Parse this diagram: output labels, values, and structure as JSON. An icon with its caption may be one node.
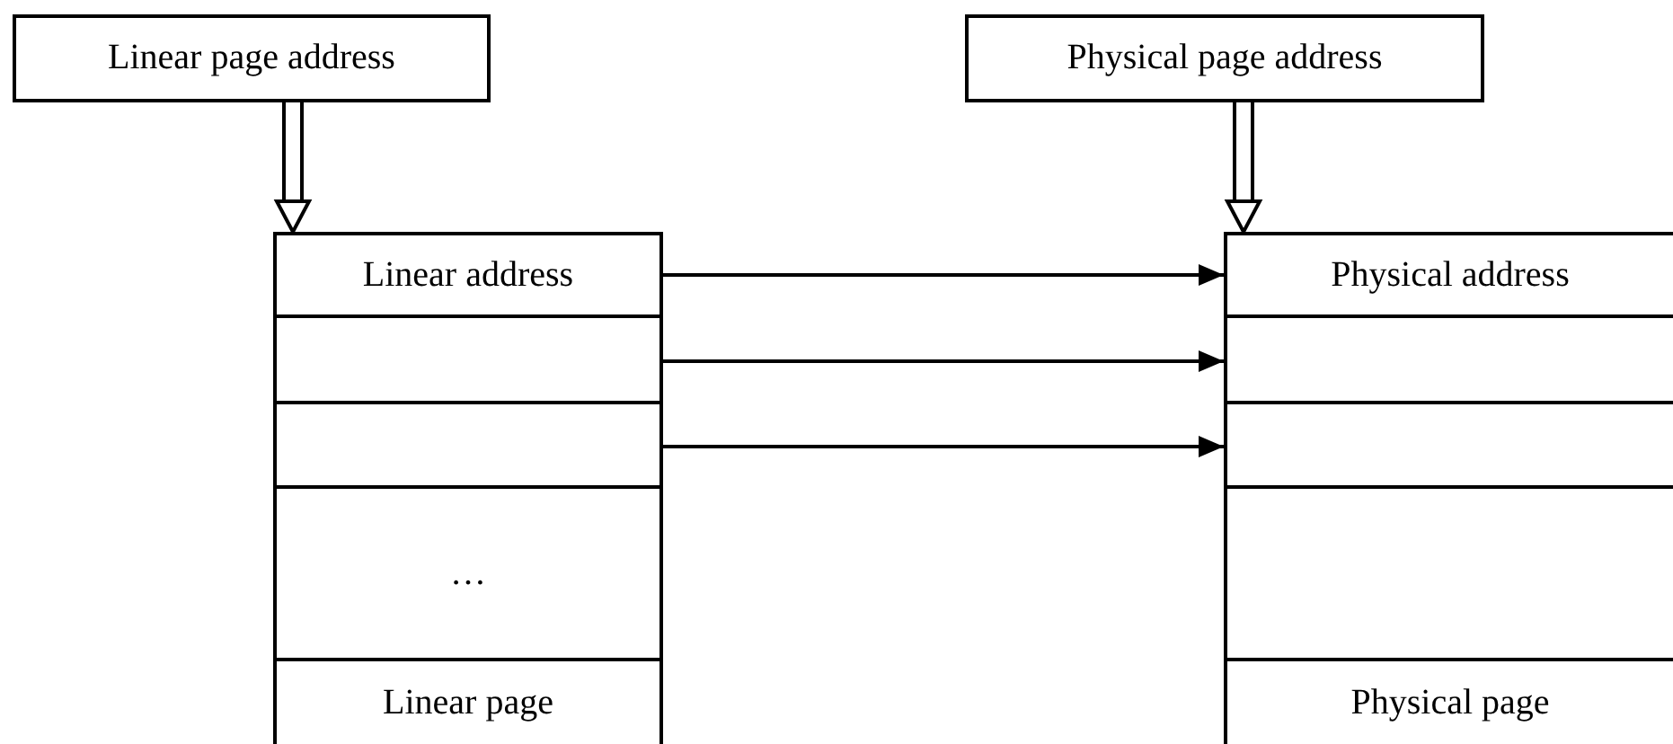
{
  "diagram": {
    "nodes": [
      {
        "text": [
          "Linear page address"
        ]
      },
      {
        "text": [
          "Physical page address"
        ]
      },
      {
        "text": [
          "Linear address"
        ]
      },
      {
        "text": [],
        "shape": "box"
      },
      {
        "text": [],
        "shape": "box"
      },
      {
        "text": [
          "…"
        ]
      },
      {
        "text": [
          "Linear page"
        ]
      },
      {
        "text": [
          "Physical address"
        ]
      },
      {
        "text": [],
        "shape": "box"
      },
      {
        "text": [],
        "shape": "box"
      },
      {
        "text": [],
        "shape": "box"
      },
      {
        "text": [
          "Physical page"
        ]
      }
    ],
    "edges": [
      {
        "from": 0,
        "to": 2,
        "arrow": "to"
      },
      {
        "from": 1,
        "to": 7,
        "arrow": "to"
      },
      {
        "from": 2,
        "to": 7,
        "arrow": "to"
      },
      {
        "from": 3,
        "to": 8,
        "arrow": "to"
      },
      {
        "from": 4,
        "to": 9,
        "arrow": "to"
      }
    ]
  }
}
